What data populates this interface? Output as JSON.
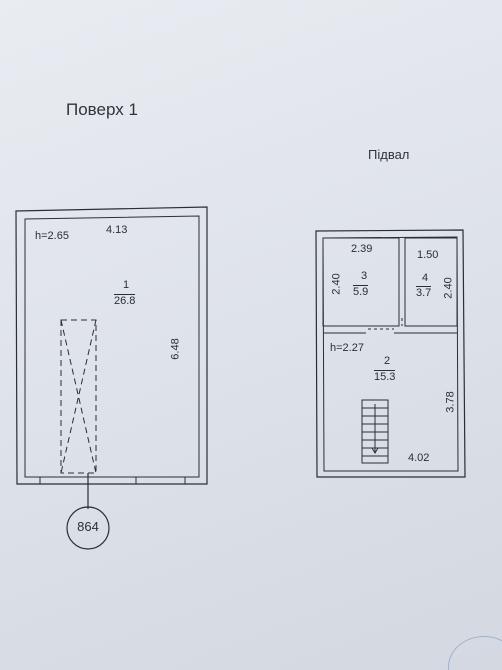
{
  "floor1": {
    "title": "Поверх 1",
    "height": "h=2.65",
    "width_dim": "4.13",
    "length_dim": "6.48",
    "room_number": "1",
    "room_area": "26.8",
    "parcel_number": "864"
  },
  "basement": {
    "title": "Підвал",
    "height": "h=2.27",
    "room3": {
      "number": "3",
      "area": "5.9",
      "width": "2.39",
      "depth": "2.40"
    },
    "room4": {
      "number": "4",
      "area": "3.7",
      "width": "1.50",
      "depth": "2.40"
    },
    "room2": {
      "number": "2",
      "area": "15.3",
      "width": "4.02",
      "depth": "3.78"
    }
  },
  "colors": {
    "line": "#2a2e35",
    "paper": "#e6e9ee"
  }
}
